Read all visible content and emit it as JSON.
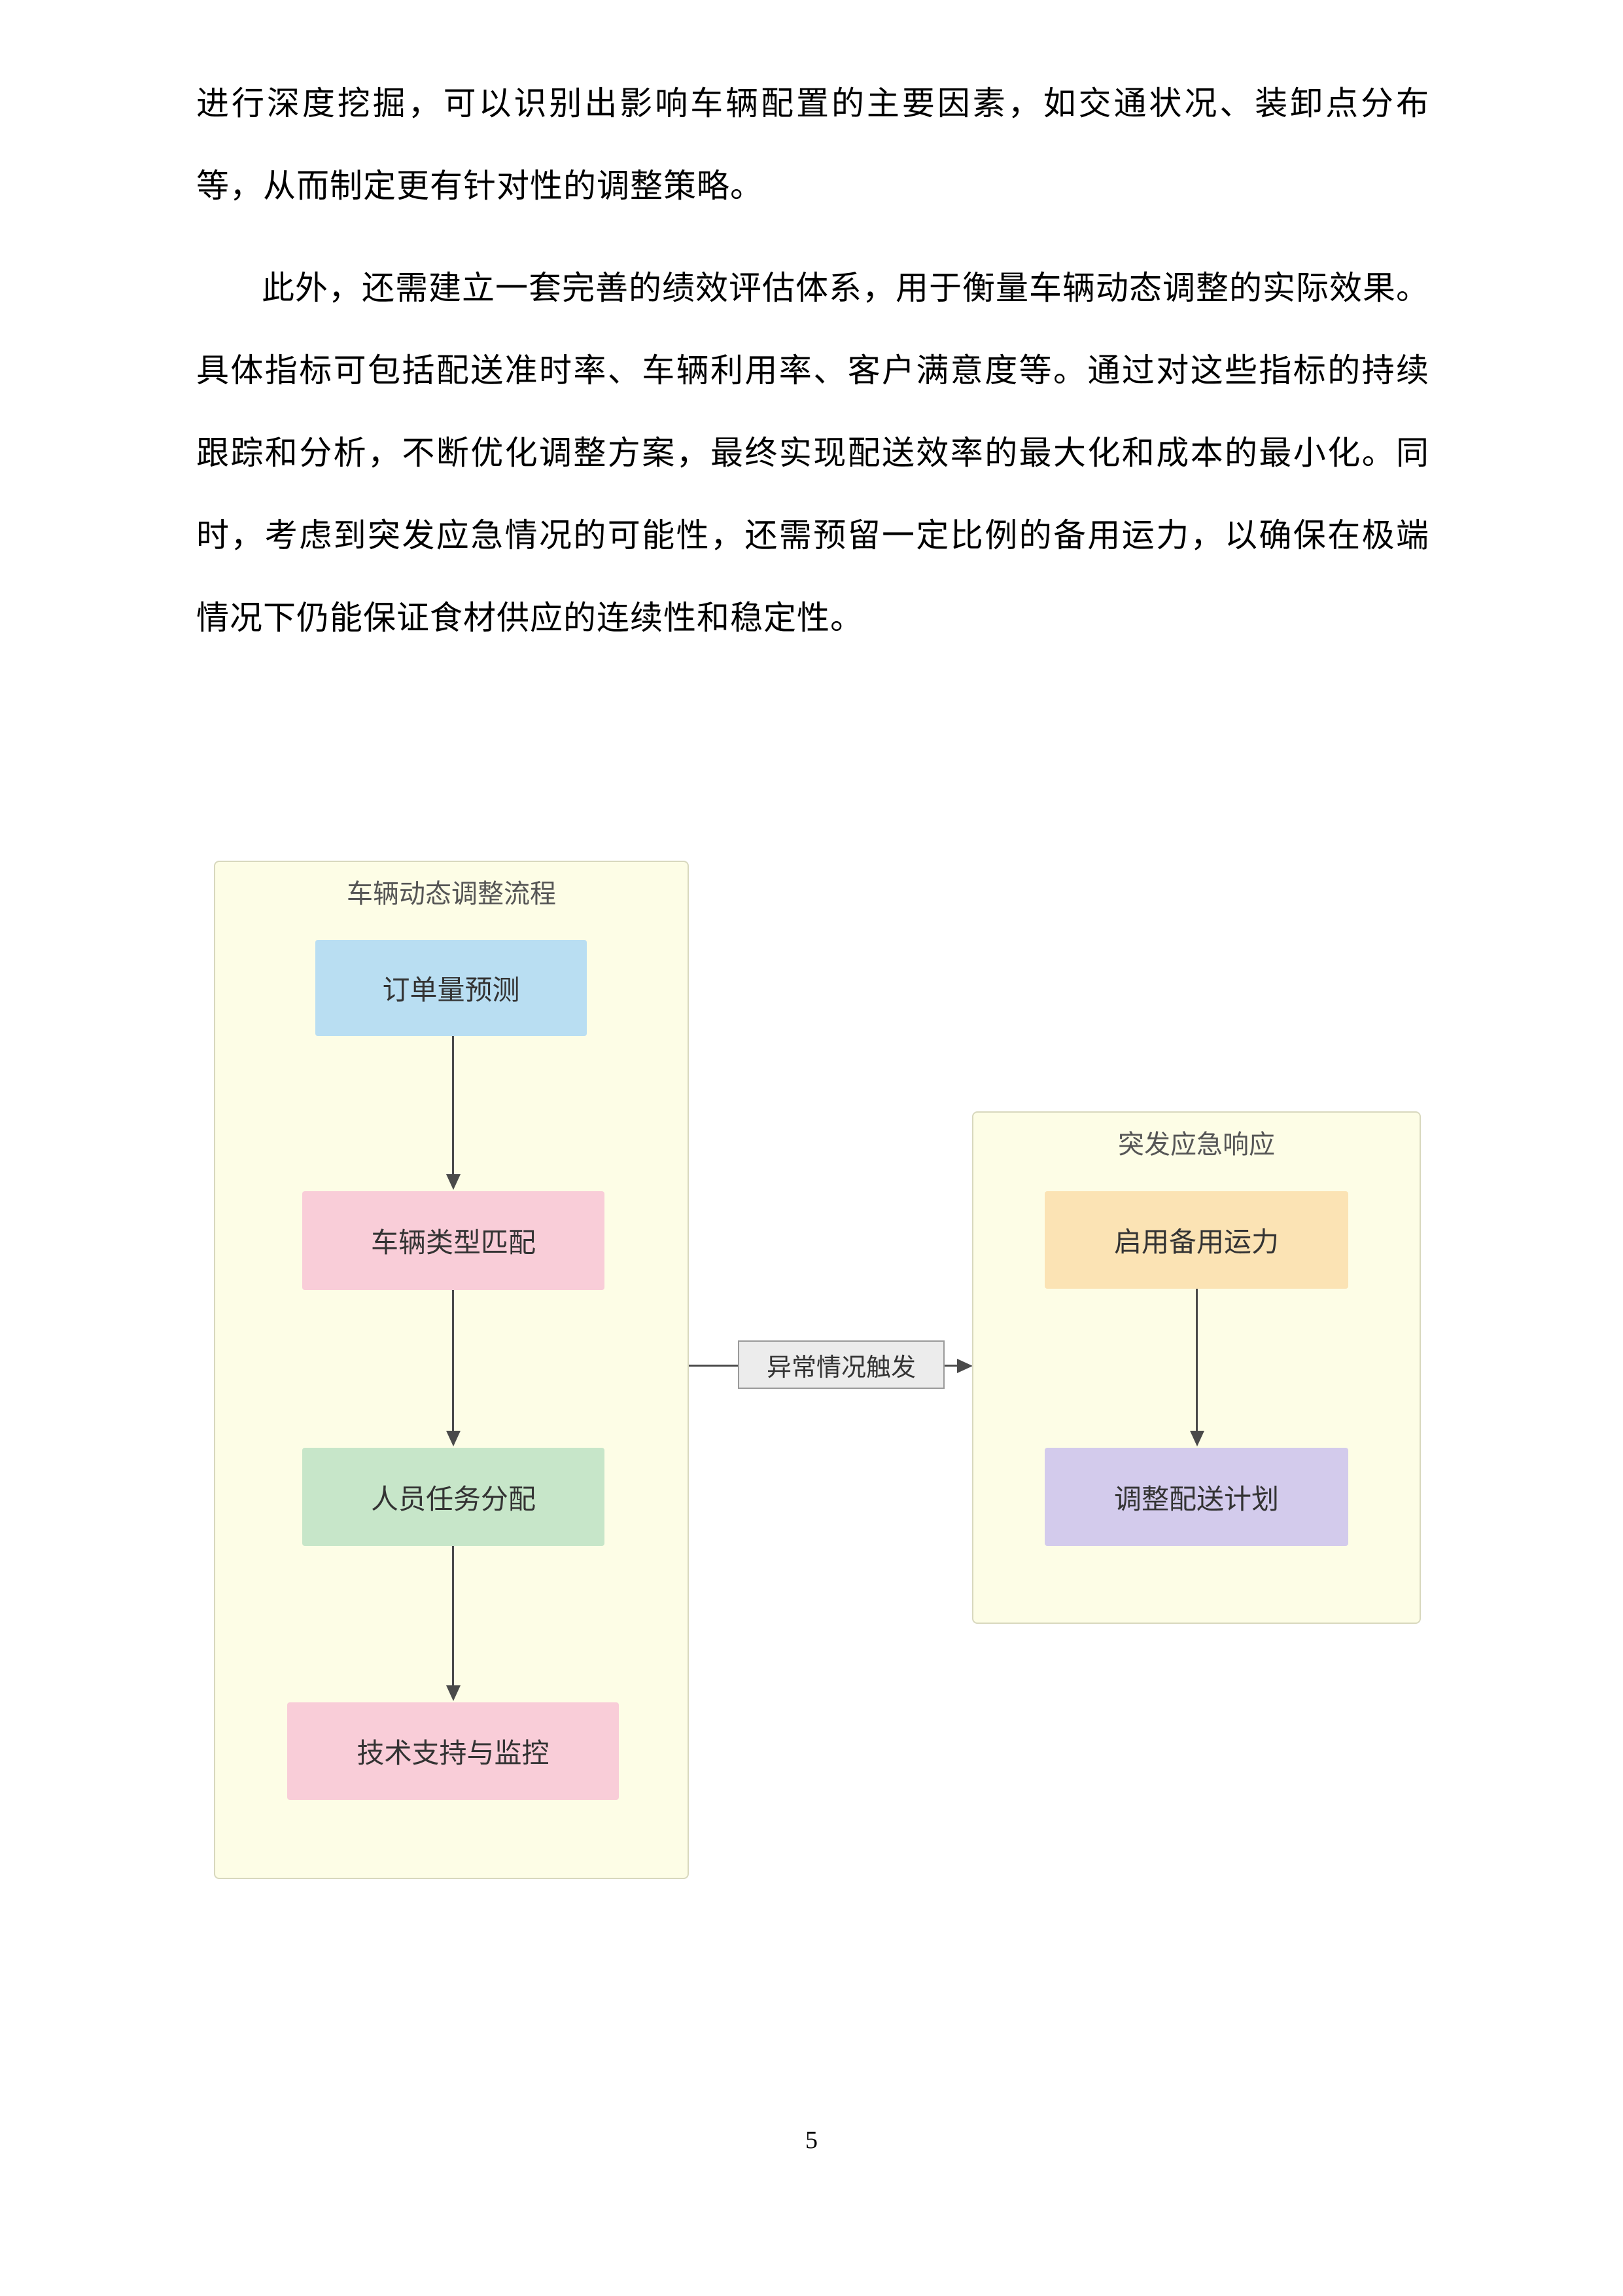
{
  "page": {
    "number": "5"
  },
  "paragraphs": [
    "进行深度挖掘，可以识别出影响车辆配置的主要因素，如交通状况、装卸点分布等，从而制定更有针对性的调整策略。",
    "此外，还需建立一套完善的绩效评估体系，用于衡量车辆动态调整的实际效果。具体指标可包括配送准时率、车辆利用率、客户满意度等。通过对这些指标的持续跟踪和分析，不断优化调整方案，最终实现配送效率的最大化和成本的最小化。同时，考虑到突发应急情况的可能性，还需预留一定比例的备用运力，以确保在极端情况下仍能保证食材供应的连续性和稳定性。"
  ],
  "diagram": {
    "left_group": {
      "title": "车辆动态调整流程",
      "background": "#fdfde6",
      "nodes": [
        {
          "label": "订单量预测",
          "color": "#b9def2"
        },
        {
          "label": "车辆类型匹配",
          "color": "#f9cdd8"
        },
        {
          "label": "人员任务分配",
          "color": "#c7e6c9"
        },
        {
          "label": "技术支持与监控",
          "color": "#f9cdd8"
        }
      ]
    },
    "right_group": {
      "title": "突发应急响应",
      "background": "#fdfde6",
      "nodes": [
        {
          "label": "启用备用运力",
          "color": "#fbe3b4"
        },
        {
          "label": "调整配送计划",
          "color": "#d3cbec"
        }
      ]
    },
    "connector_label": "异常情况触发",
    "arrow_color": "#4a4a4a"
  }
}
